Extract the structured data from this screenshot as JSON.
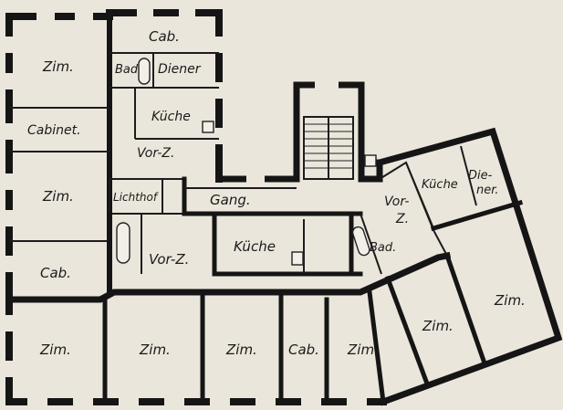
{
  "plan": {
    "labels": {
      "zim_nw": "Zim.",
      "cab_top": "Cab.",
      "bad_1": "Bad",
      "diener_1": "Diener",
      "kueche_1": "Küche",
      "cabinet": "Cabinet.",
      "vorz_1": "Vor-Z.",
      "zim_w": "Zim.",
      "lichthof": "Lichthof",
      "gang": "Gang.",
      "cab_w": "Cab.",
      "vorz_2": "Vor-Z.",
      "kueche_2": "Küche",
      "bad_2": "Bad.",
      "vorz_3_a": "Vor-",
      "vorz_3_b": "Z.",
      "kueche_3": "Küche",
      "diener_2_a": "Die-",
      "diener_2_b": "ner.",
      "zim_e1": "Zim.",
      "zim_e2": "Zim.",
      "zim_s1": "Zim.",
      "zim_s2": "Zim.",
      "zim_s3": "Zim.",
      "cab_s": "Cab.",
      "zim_s4": "Zim."
    },
    "colors": {
      "paper": "#ebe6dc",
      "ink": "#151515"
    }
  }
}
